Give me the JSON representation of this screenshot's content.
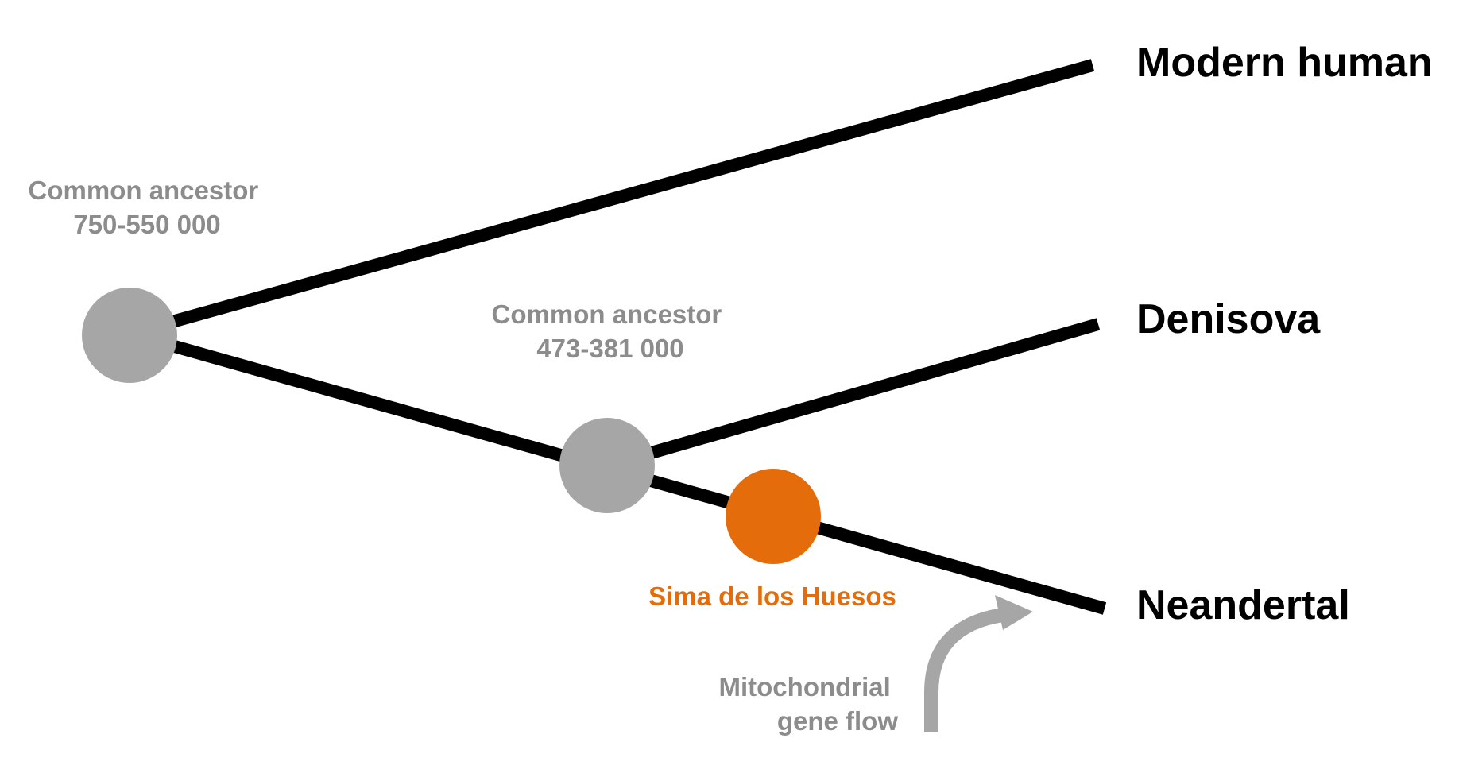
{
  "colors": {
    "branch": "#000000",
    "ancestor_node": "#a6a6a6",
    "ancestor_text": "#8c8c8c",
    "highlight": "#e46c0a",
    "tip_text": "#000000",
    "arrow": "#a6a6a6"
  },
  "nodes": {
    "root": {
      "line1": "Common ancestor",
      "line2": "750-550 000"
    },
    "inner": {
      "line1": "Common ancestor",
      "line2": "473-381 000"
    },
    "fossil": {
      "label": "Sima de los Huesos"
    }
  },
  "tips": {
    "modern_human": "Modern human",
    "denisova": "Denisova",
    "neandertal": "Neandertal"
  },
  "annotation": {
    "line1": "Mitochondrial",
    "line2": "gene flow",
    "icon": "curved-arrow-icon"
  }
}
